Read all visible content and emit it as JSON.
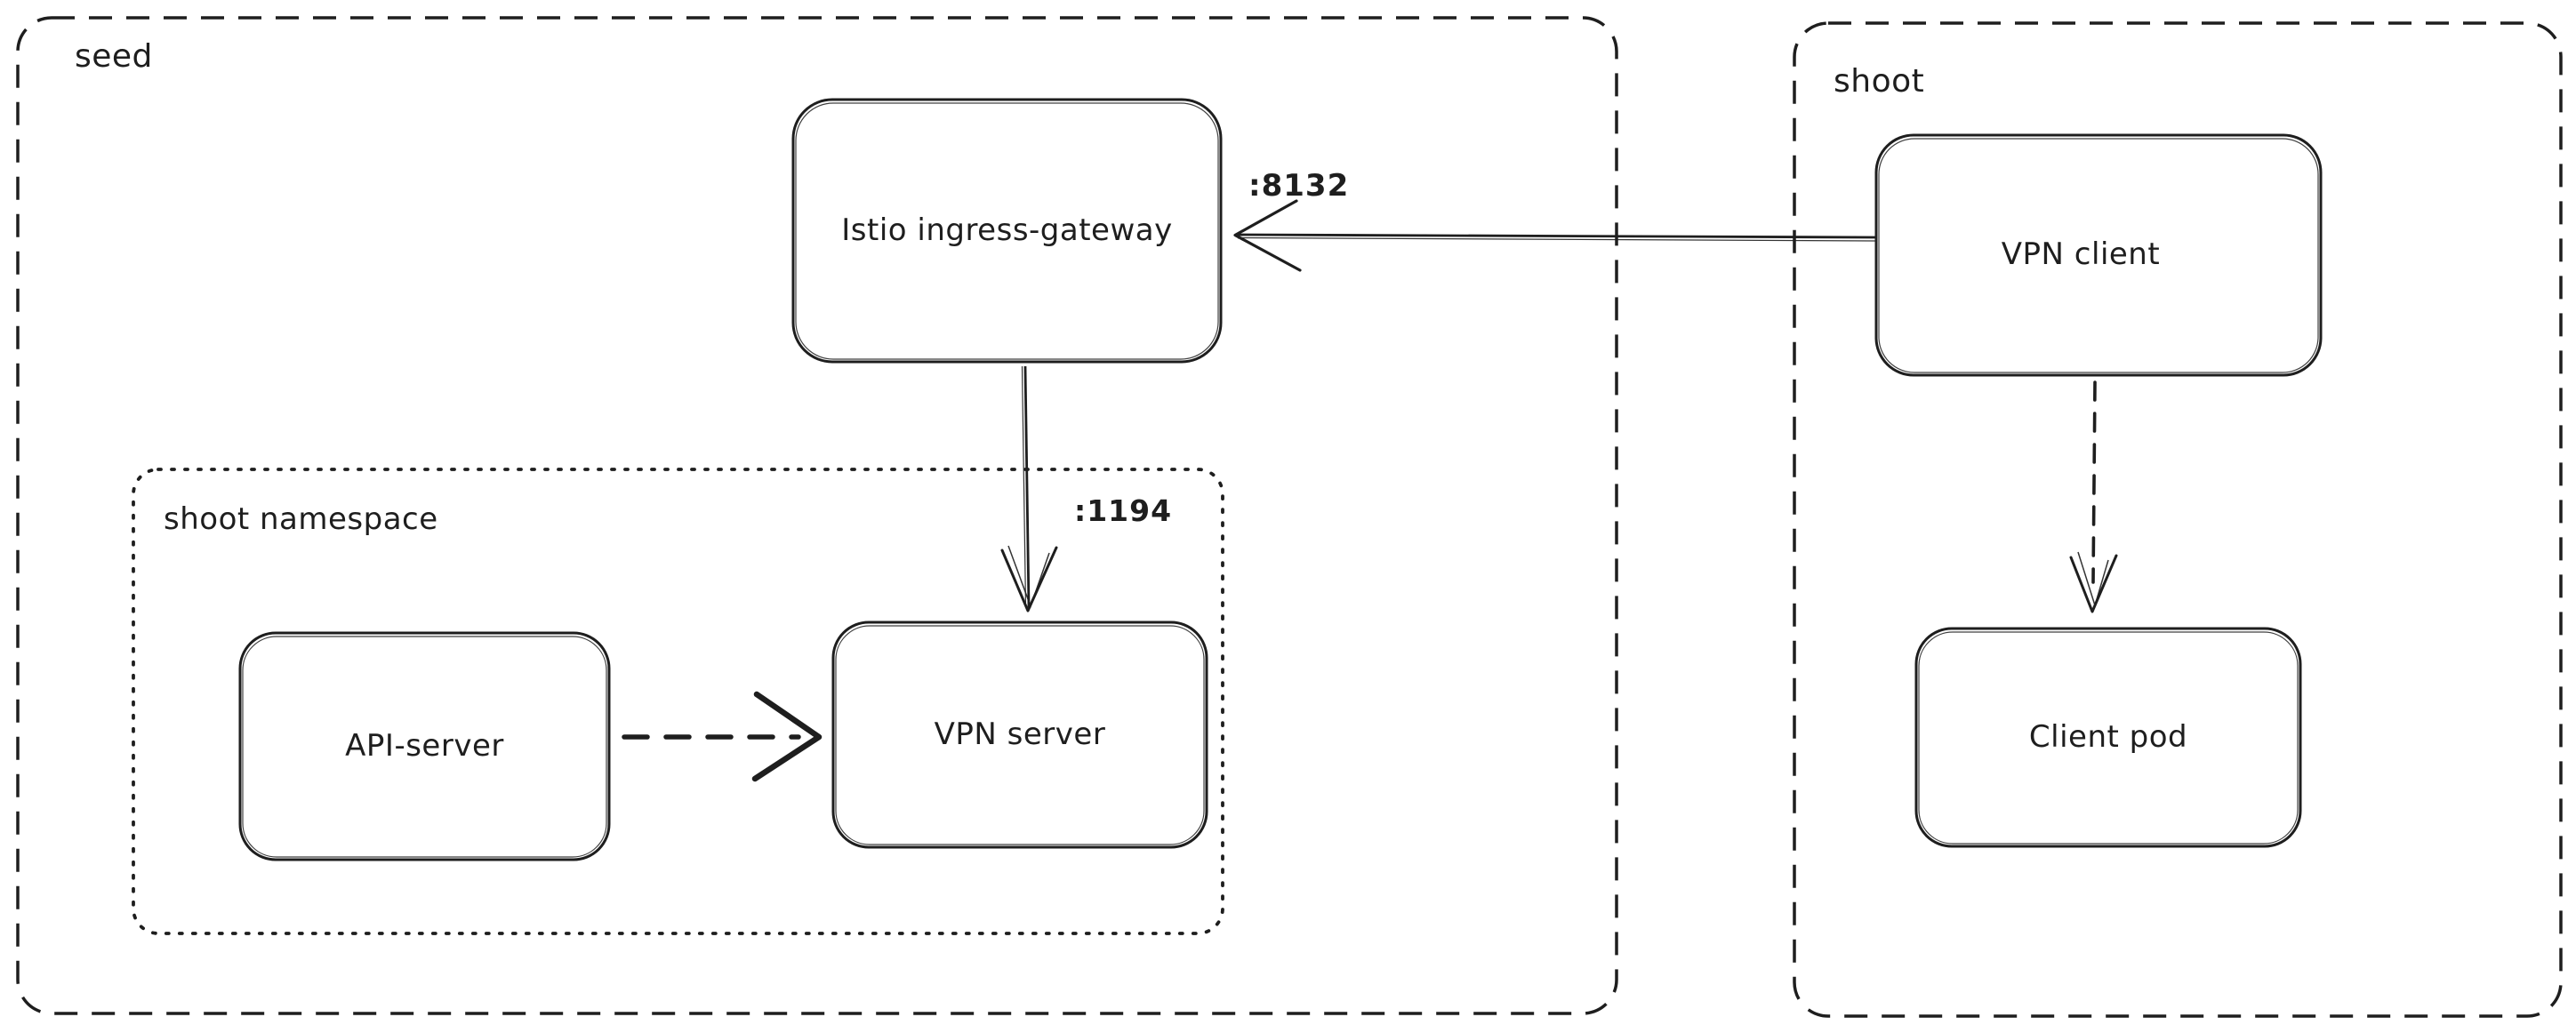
{
  "diagram": {
    "containers": [
      {
        "id": "seed",
        "label": "seed",
        "border": "dashed"
      },
      {
        "id": "shoot-namespace",
        "label": "shoot namespace",
        "border": "dotted"
      },
      {
        "id": "shoot",
        "label": "shoot",
        "border": "dashed"
      }
    ],
    "nodes": [
      {
        "id": "istio-ingress-gateway",
        "label": "Istio ingress-gateway",
        "container": "seed"
      },
      {
        "id": "api-server",
        "label": "API-server",
        "container": "shoot-namespace"
      },
      {
        "id": "vpn-server",
        "label": "VPN server",
        "container": "shoot-namespace"
      },
      {
        "id": "vpn-client",
        "label": "VPN client",
        "container": "shoot"
      },
      {
        "id": "client-pod",
        "label": "Client pod",
        "container": "shoot"
      }
    ],
    "edges": [
      {
        "from": "vpn-client",
        "to": "istio-ingress-gateway",
        "label": ":8132",
        "style": "solid"
      },
      {
        "from": "istio-ingress-gateway",
        "to": "vpn-server",
        "label": ":1194",
        "style": "solid"
      },
      {
        "from": "api-server",
        "to": "vpn-server",
        "label": "",
        "style": "dashed"
      },
      {
        "from": "vpn-client",
        "to": "client-pod",
        "label": "",
        "style": "dashed"
      }
    ],
    "colors": {
      "stroke": "#1e1e1e",
      "background": "#ffffff"
    }
  }
}
